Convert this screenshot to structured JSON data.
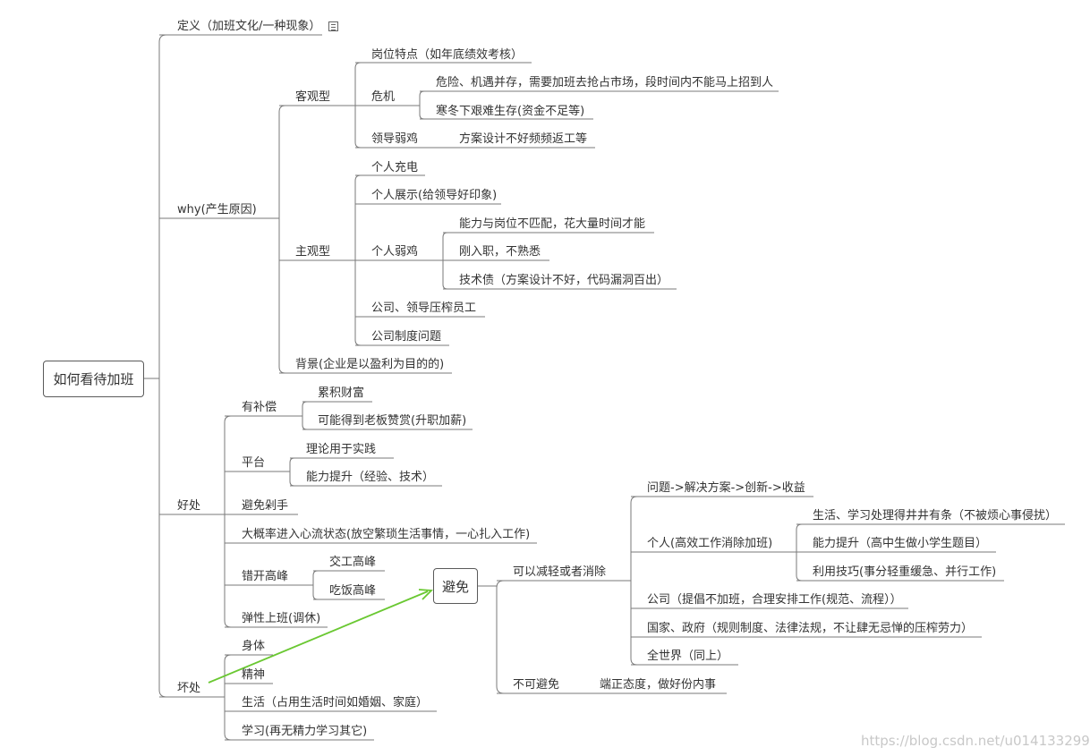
{
  "root": "如何看待加班",
  "definition": "定义（加班文化/一种现象）",
  "why": {
    "label": "why(产生原因)",
    "objective": {
      "label": "客观型",
      "items": {
        "post": "岗位特点（如年底绩效考核）",
        "crisis": "危机",
        "crisis_a": "危险、机遇并存，需要加班去抢占市场，段时间内不能马上招到人",
        "crisis_b": "寒冬下艰难生存(资金不足等)",
        "weak_leader": "领导弱鸡",
        "weak_leader_a": "方案设计不好频频返工等"
      }
    },
    "subjective": {
      "label": "主观型",
      "items": {
        "charge": "个人充电",
        "show": "个人展示(给领导好印象)",
        "weak": "个人弱鸡",
        "weak_a": "能力与岗位不匹配，花大量时间才能",
        "weak_b": "刚入职，不熟悉",
        "weak_c": "技术债（方案设计不好，代码漏洞百出）",
        "squeeze": "公司、领导压榨员工",
        "system": "公司制度问题"
      }
    },
    "background": "背景(企业是以盈利为目的的)"
  },
  "benefits": {
    "label": "好处",
    "compensation": "有补偿",
    "compensation_a": "累积财富",
    "compensation_b": "可能得到老板赞赏(升职加薪)",
    "platform": "平台",
    "platform_a": "理论用于实践",
    "platform_b": "能力提升（经验、技术）",
    "avoid_hand": "避免剁手",
    "flow": "大概率进入心流状态(放空繁琐生活事情，一心扎入工作)",
    "offpeak": "错开高峰",
    "offpeak_a": "交工高峰",
    "offpeak_b": "吃饭高峰",
    "flex": "弹性上班(调休)"
  },
  "harms": {
    "label": "坏处",
    "body": "身体",
    "spirit": "精神",
    "life": "生活（占用生活时间如婚姻、家庭）",
    "study": "学习(再无精力学习其它)"
  },
  "avoid": {
    "label": "避免",
    "reducible": "可以减轻或者消除",
    "chain": "问题->解决方案->创新->收益",
    "personal": "个人(高效工作消除加班)",
    "personal_a": "生活、学习处理得井井有条（不被烦心事侵扰）",
    "personal_b": "能力提升（高中生做小学生题目）",
    "personal_c": "利用技巧(事分轻重缓急、并行工作)",
    "company": "公司（提倡不加班，合理安排工作(规范、流程））",
    "nation": "国家、政府（规则制度、法律法规，不让肆无忌惮的压榨劳力）",
    "world": "全世界（同上）",
    "unavoidable": "不可避免",
    "unavoidable_a": "端正态度，做好份内事"
  },
  "watermark": "https://blog.csdn.net/u014133299",
  "colors": {
    "line": "#7a7a7a",
    "arrow": "#6ac832",
    "text": "#333333"
  },
  "icons": {
    "note": "note-icon"
  }
}
